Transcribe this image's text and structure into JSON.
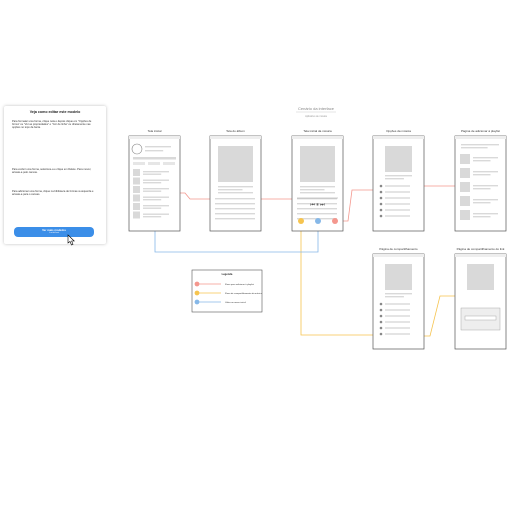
{
  "diagram_title": "Cenário da interface",
  "diagram_subtitle": "Aplicativo de música",
  "instructions": {
    "title": "Veja como editar este modelo",
    "p1": "Para formatar uma forma, clique nela e depois clique em \"Opções de forma\" ou \"Ver as propriedades\" e \"Cor de linha\" ou diretamente nas opções no topo da barra.",
    "p2": "Para excluir uma forma, selecione-a e clique em Delete. Para mover, arraste-a pelo canvas.",
    "p3": "Para adicionar uma forma, clique na biblioteca de formas à esquerda e arraste-a para o canvas.",
    "cta_title": "Ver mais modelos",
    "cta_sub": "Lucidchart"
  },
  "screens": {
    "home": "Tela inicial",
    "album": "Tela do álbum",
    "player": "Tela inicial da música",
    "options": "Opções da música",
    "add_playlist": "Página de adicionar à playlist",
    "share1": "Página de compartilhamento",
    "share2": "Página de compartilhamento do link"
  },
  "legend": {
    "title": "Legenda",
    "items": [
      {
        "label": "Fluxo para adicionar à playlist",
        "color": "#f4978e"
      },
      {
        "label": "Fluxo de compartilhamento da música",
        "color": "#f6c44f"
      },
      {
        "label": "Voltar ao menu inicial",
        "color": "#86b8e8"
      }
    ]
  },
  "colors": {
    "salmon": "#f4978e",
    "yellow": "#f6c44f",
    "blue": "#86b8e8",
    "frame": "#555555",
    "placeholder": "#d9d9d9"
  }
}
